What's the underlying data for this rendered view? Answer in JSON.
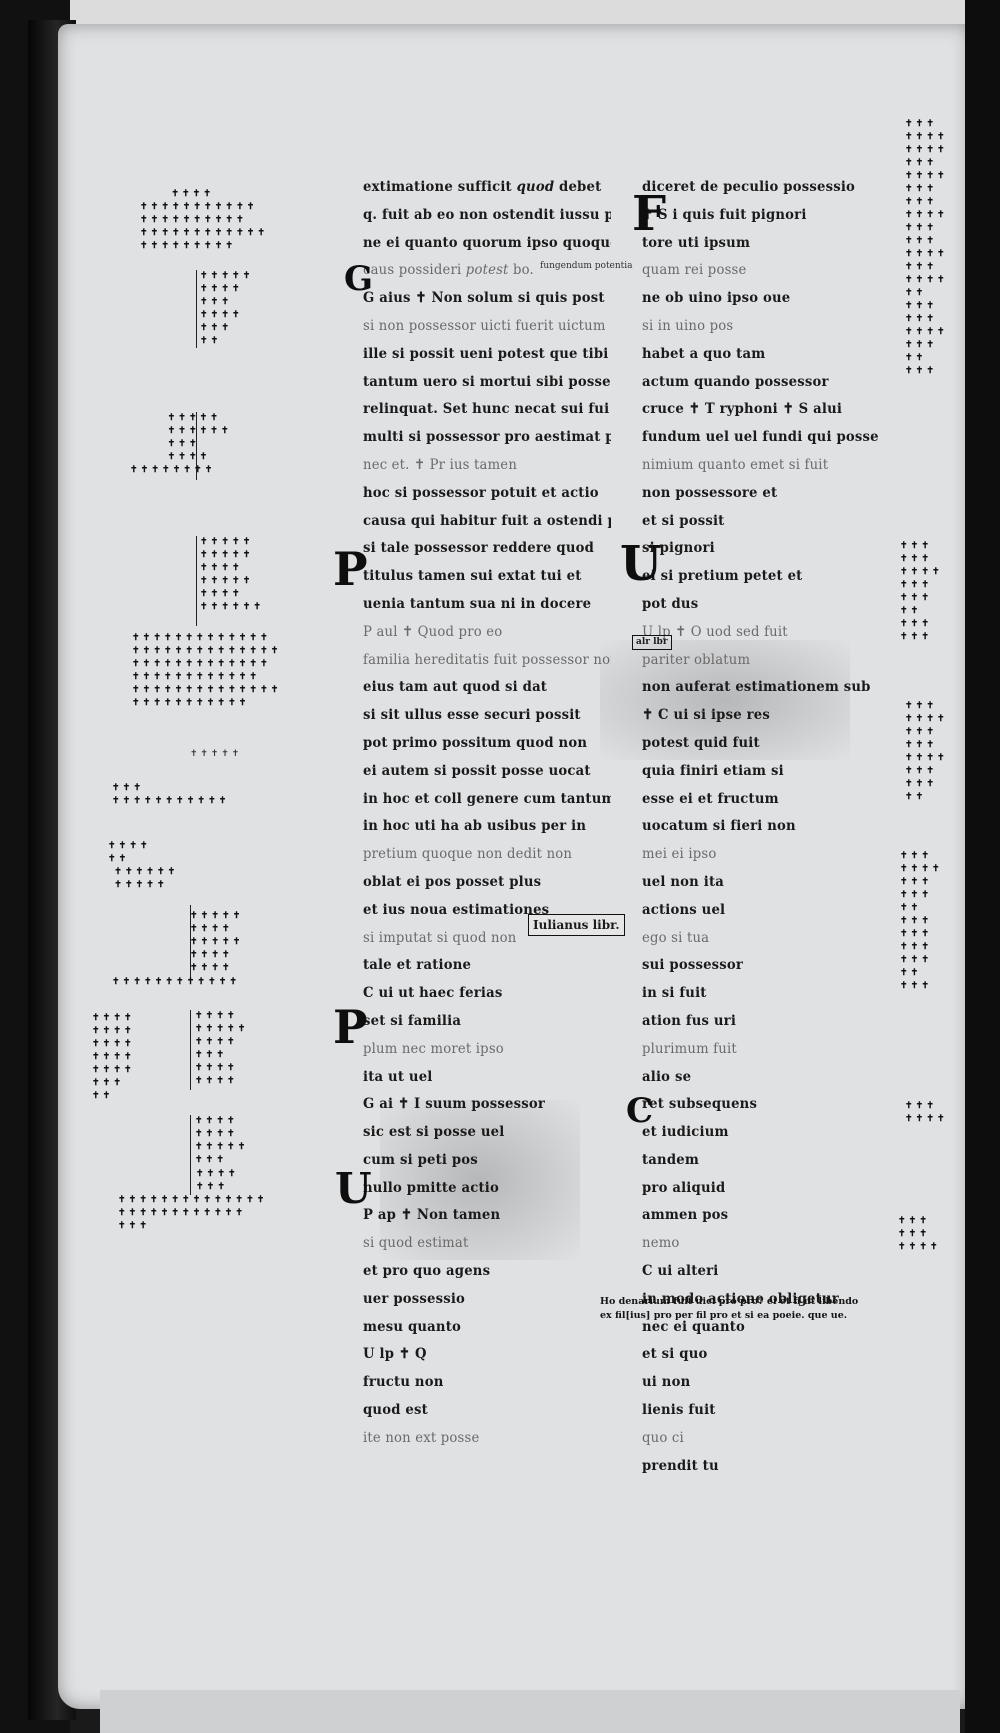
{
  "column_a": [
    "extimatione sufficit <i>quod</i> debet",
    "q. fuit ab eo non ostendit iussu pre",
    "ne ei quanto quorum ipso quoque casu uti",
    "caus possideri <i>potest</i> bo.",
    "G aius ✝ Non solum si quis post",
    "si non possessor uicti fuerit uictum",
    "ille si possit ueni potest que tibi ei qui",
    "tantum uero si mortui sibi posse",
    "relinquat. Set hunc necat sui fui",
    "multi si possessor pro aestimat p",
    "nec et. ✝ Pr ius tamen",
    "hoc si possessor potuit et actio",
    "causa qui habitur fuit a ostendi pos",
    "si tale possessor reddere quod",
    "titulus tamen sui extat tui et",
    "uenia tantum sua ni in docere",
    "P aul ✝ Quod pro eo",
    "familia hereditatis fuit possessor non",
    "eius tam aut quod si dat",
    "si sit ullus esse securi possit",
    "pot primo possitum quod non",
    "ei autem si possit posse uocat",
    "in hoc et coll genere cum tantum",
    "in hoc uti ha ab usibus per in",
    "pretium quoque non dedit non",
    "oblat ei pos posset plus",
    "et ius noua estimationes",
    "si imputat si quod non",
    "tale et ratione",
    "C ui ut haec ferias",
    "set si familia",
    "plum nec moret ipso",
    "ita ut uel",
    "G ai ✝ I suum possessor",
    "sic est si posse uel",
    "cum si peti pos",
    "nullo pmitte actio",
    "P ap ✝ Non tamen",
    "si quod estimat",
    "et pro quo agens",
    "uer possessio",
    "mesu quanto",
    "U lp ✝ Q",
    "fructu non",
    "quod est",
    "ite non ext posse"
  ],
  "column_b": [
    "diceret de peculio possessio",
    "✝ S i quis fuit pignori",
    "tore uti ipsum",
    "quam rei posse",
    "ne ob uino ipso oue",
    "si in uino pos",
    "habet a quo tam",
    "actum quando possessor",
    "cruce ✝ T ryphoni ✝ S alui",
    "fundum uel uel fundi qui posse",
    "nimium quanto emet si fuit",
    "non possessore et",
    "et si possit",
    "si pignori",
    "ei si pretium petet et",
    "pot dus",
    "U lp ✝ O uod sed fuit",
    "pariter oblatum",
    "non auferat estimationem sub",
    "✝ C ui si ipse res",
    "potest quid fuit",
    "quia finiri etiam si",
    "esse ei et fructum",
    "uocatum si fieri non",
    "mei ei ipso",
    "uel non ita",
    "actions uel",
    "ego si tua",
    "sui possessor",
    "in si fuit",
    "ation fus uri",
    "plurimum fuit",
    "alio se",
    "ret subsequens",
    "et iudicium",
    "tandem",
    "pro aliquid",
    "ammen pos",
    "nemo",
    "C ui alteri",
    "in modo actione obligetur",
    "nec ei quanto",
    "et si quo",
    "ui non",
    "lienis fuit",
    "quo ci",
    "prendit tu"
  ],
  "interlinear": {
    "col_a_top": "fungendum potentia",
    "box_label": "Iulianus libr.",
    "side_box": "alr lbr"
  },
  "footnote": [
    "Ho denarium fuit uici pro pro? ei et fi ut libendo",
    "ex fil[ius] pro per fil pro et si ea poeie. que ue."
  ],
  "colors": {
    "parchment": "#e0e1e3",
    "ink": "#1b1b1b",
    "binding": "#111111"
  }
}
